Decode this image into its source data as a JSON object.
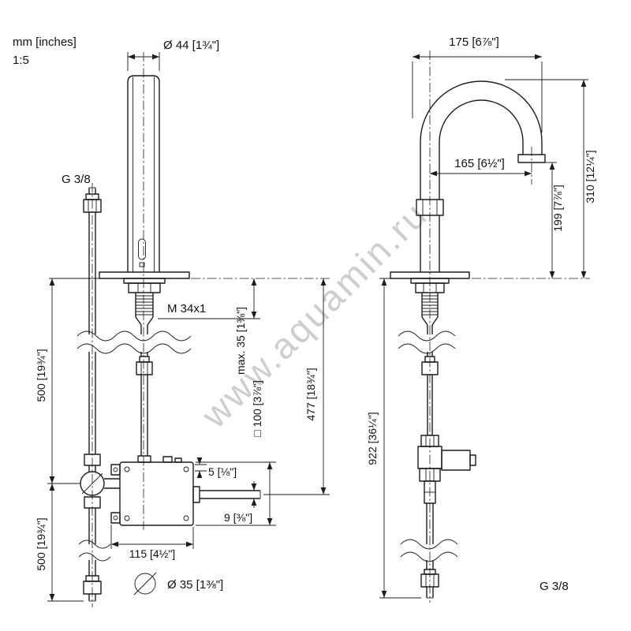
{
  "colors": {
    "line": "#1c1c1c",
    "text": "#111111",
    "watermark": "#c9c9c9",
    "background": "#ffffff"
  },
  "legend": {
    "units": "mm [inches]",
    "scale": "1:5"
  },
  "watermark": {
    "text": "www.aquamin.ru"
  },
  "front": {
    "spout_diameter": "Ø 44 [1¾\"]",
    "inlet_thread": "G 3/8",
    "mount_thread": "M 34x1",
    "max_deck": "max. 35 [1⅜\"]",
    "hose_upper": "500 [19¾\"]",
    "hose_lower": "500 [19¾\"]",
    "box_size": "□ 100 [3⅞\"]",
    "outlet_drop": "477 [18¾\"]",
    "offset_small": "5 [⅛\"]",
    "outlet_pipe": "9 [⅜\"]",
    "box_width": "115 [4½\"]",
    "hole_diameter": "Ø 35 [1⅜\"]"
  },
  "side": {
    "projection": "175 [6⅞\"]",
    "reach": "165 [6½\"]",
    "spout_height": "310 [12¼\"]",
    "outlet_height": "199 [7⅞\"]",
    "below_deck": "922 [36¼\"]",
    "inlet_thread": "G 3/8"
  }
}
